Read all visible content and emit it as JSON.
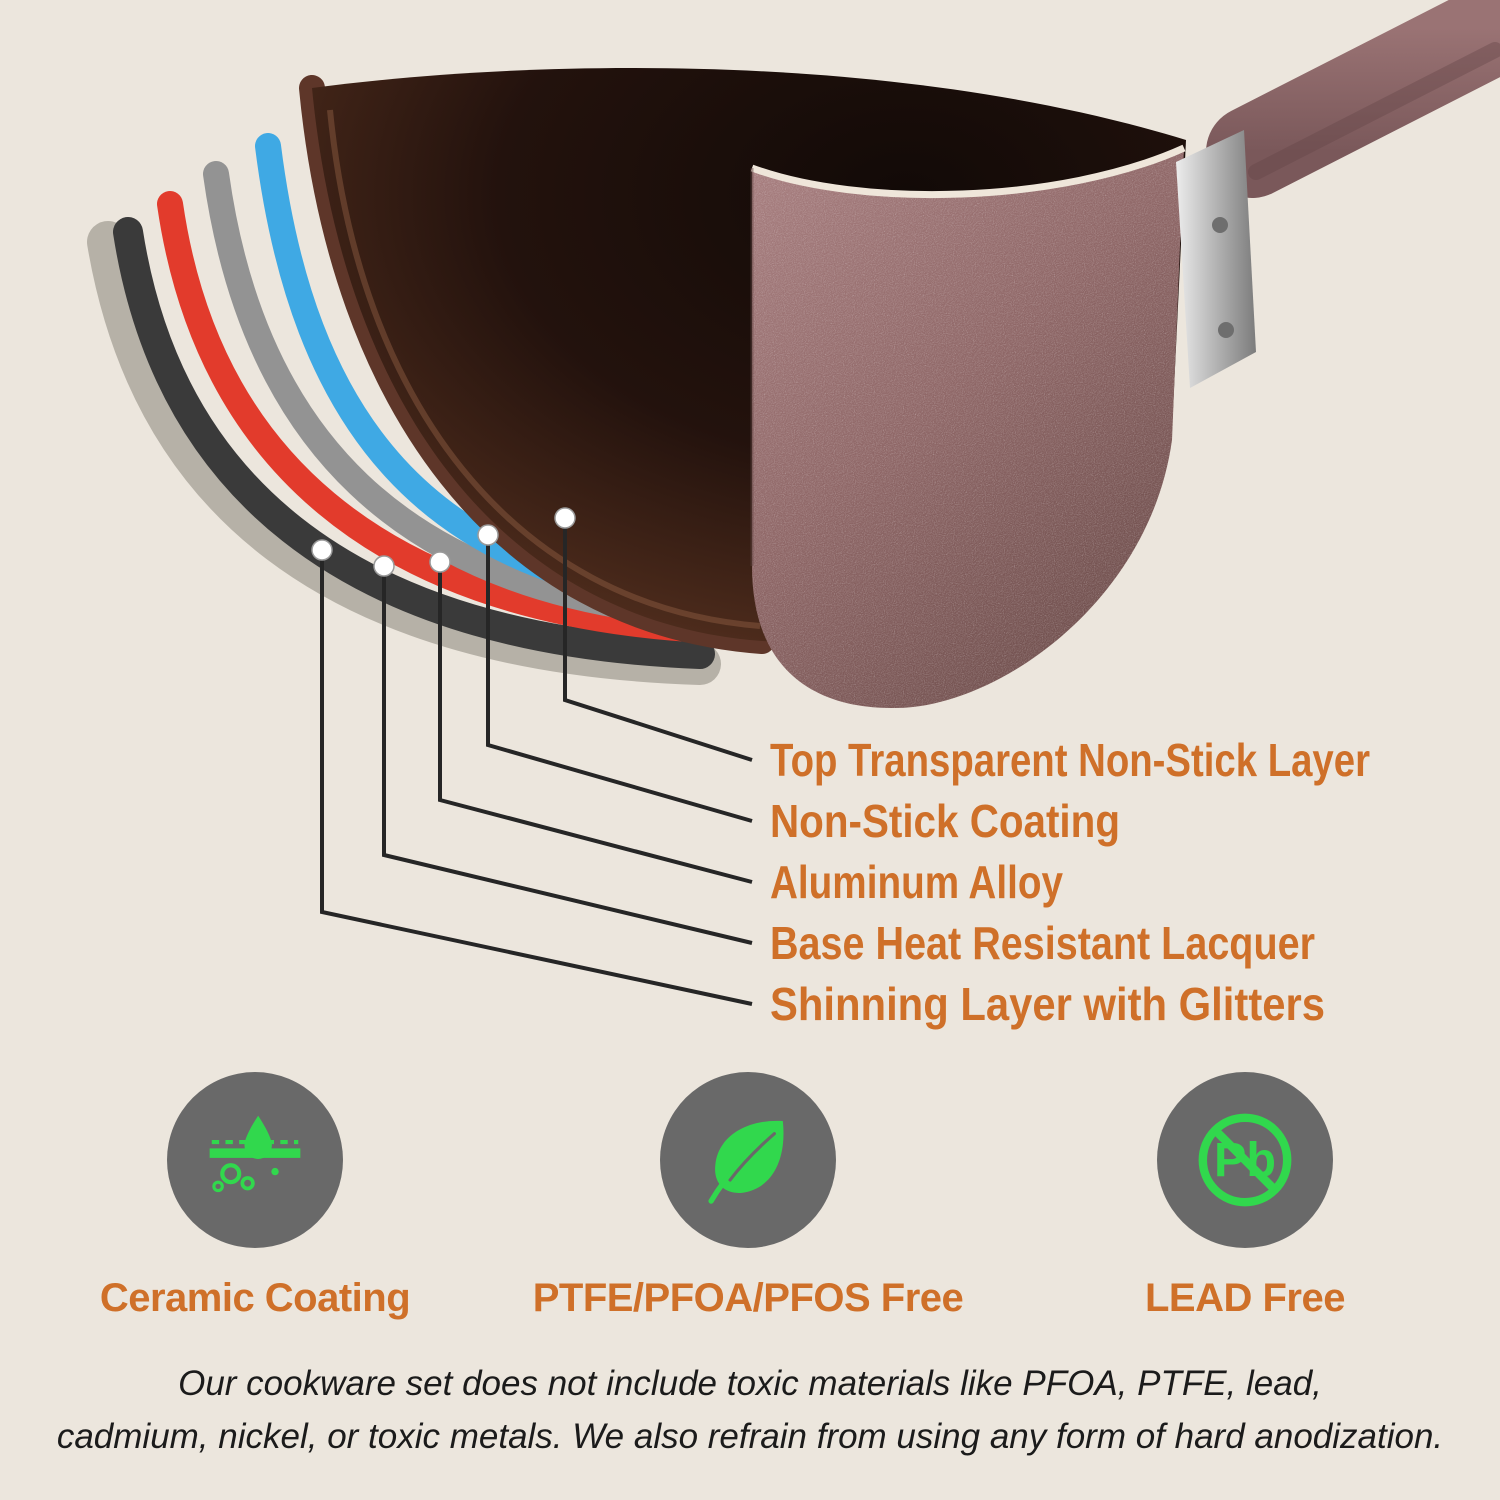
{
  "background": "#ece6dd",
  "accent_orange": "#cf7029",
  "accent_green": "#31d84d",
  "pan": {
    "layers": [
      {
        "name": "shining-layer-shell",
        "color": "#3a3a3a"
      },
      {
        "name": "lacquer-shell",
        "color": "#e23b2c"
      },
      {
        "name": "aluminum-shell",
        "color": "#939393"
      },
      {
        "name": "non-stick-shell",
        "color": "#3fa9e4"
      },
      {
        "name": "pot-interior",
        "color": "#23120d"
      },
      {
        "name": "pot-exterior",
        "color": "#8f6767"
      }
    ]
  },
  "callouts": [
    "Top Transparent Non-Stick Layer",
    "Non-Stick Coating",
    "Aluminum Alloy",
    "Base Heat Resistant Lacquer",
    "Shinning Layer with Glitters"
  ],
  "features": [
    {
      "icon": "ceramic-coating-icon",
      "label": "Ceramic Coating"
    },
    {
      "icon": "leaf-icon",
      "label": "PTFE/PFOA/PFOS Free"
    },
    {
      "icon": "no-lead-icon",
      "label": "LEAD Free",
      "symbol": "Pb"
    }
  ],
  "footer": {
    "line1": "Our cookware set does not include toxic materials like PFOA, PTFE, lead,",
    "line2": "cadmium, nickel, or toxic metals. We also refrain from using any form of hard anodization."
  }
}
